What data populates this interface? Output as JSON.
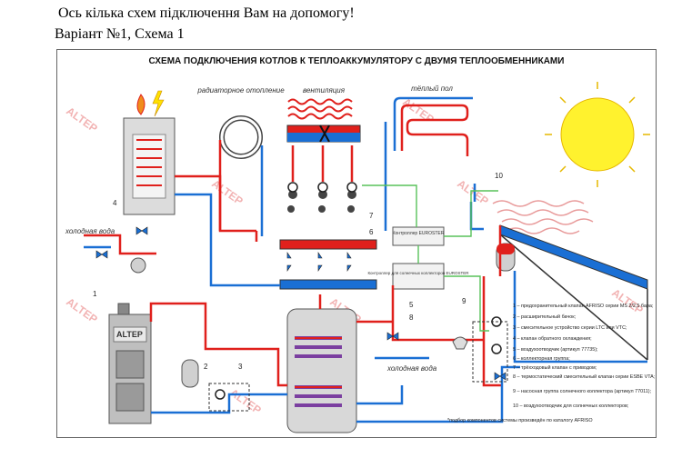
{
  "caption": {
    "line1": "Ось кілька схем підключення Вам на допомогу!",
    "line2": "Варіант №1, Схема 1"
  },
  "diagram": {
    "title": "СХЕМА ПОДКЛЮЧЕНИЯ КОТЛОВ К ТЕПЛОАККУМУЛЯТОРУ С ДВУМЯ ТЕПЛООБМЕННИКАМИ",
    "labels": {
      "radiator": "радиаторное отопление",
      "ventilation": "вентиляция",
      "floor": "тёплый пол",
      "cold_water_left": "холодная вода",
      "cold_water_right": "холодная вода",
      "boiler_brand": "ALTEP",
      "controller1": "Контроллер EUROSTER",
      "controller2": "Контроллер для солнечных коллекторов EUROSTER",
      "watermark": "ALTEP"
    },
    "numbers": [
      "1",
      "2",
      "3",
      "4",
      "5",
      "6",
      "7",
      "8",
      "9",
      "10"
    ],
    "legend": [
      "1 – предохранительный клапан AFRISO серии MS 2/2,5 бара;",
      "2 – расширительный бачок;",
      "3 – смесительное устройство серии LTC или VTC;",
      "4 – клапан обратного охлаждения;",
      "5 – воздухоотводчик (артикул 77735);",
      "6 – коллекторная группа;",
      "7 – трёхходовый клапан с приводом;",
      "8 – термостатический смесительный клапан серии ESBE VTA;",
      "9 – насосная группа солнечного коллектора (артикул 77011);",
      "10 – воздухоотводчик для солнечных коллекторов;",
      "*подбор компонентов системы произведён по каталогу AFRISO"
    ]
  },
  "colors": {
    "hot": "#e0201c",
    "cold": "#1a6fd4",
    "signal": "#58c25a",
    "sun": "#fff22e",
    "tank": "#d8d8d8"
  }
}
